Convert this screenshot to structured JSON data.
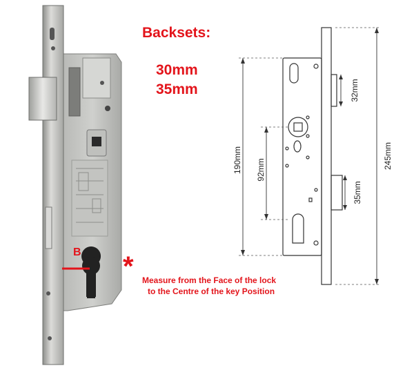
{
  "title": "Backsets:",
  "backsets": [
    "30mm",
    "35mm"
  ],
  "marker_label": "B",
  "note_symbol": "*",
  "note_lines": [
    "Measure from the Face of the lock",
    "to the Centre of the key Position"
  ],
  "dimensions": {
    "overall_length": "245mm",
    "body_height": "190mm",
    "centre_distance": "92mm",
    "latch_height": "32mm",
    "bolt_height": "35mm"
  },
  "colors": {
    "accent": "#e3141b",
    "steel": "#c8c9c6"
  }
}
